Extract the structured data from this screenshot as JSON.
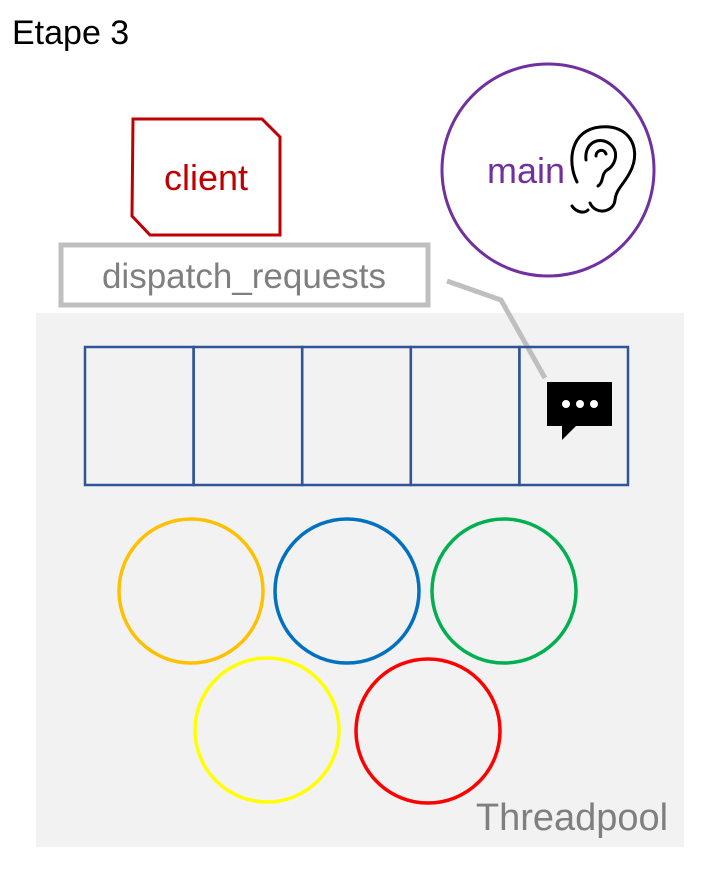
{
  "title": "Etape 3",
  "client": {
    "label": "client",
    "color": "#c00000"
  },
  "main": {
    "label": "main",
    "color": "#7030a0",
    "icon": "ear-icon"
  },
  "dispatch": {
    "label": "dispatch_requests",
    "border_color": "#bfbfbf",
    "text_color": "#7f7f7f"
  },
  "queue": {
    "slot_count": 5,
    "border_color": "#2f5597",
    "message_icon": "chat-message-icon",
    "message_slot": 5
  },
  "threadpool": {
    "label": "Threadpool",
    "background": "#f2f2f2",
    "label_color": "#7f7f7f",
    "threads": [
      {
        "color": "#ffc000"
      },
      {
        "color": "#0070c0"
      },
      {
        "color": "#00b050"
      },
      {
        "color": "#ffff00"
      },
      {
        "color": "#ff0000"
      }
    ]
  }
}
